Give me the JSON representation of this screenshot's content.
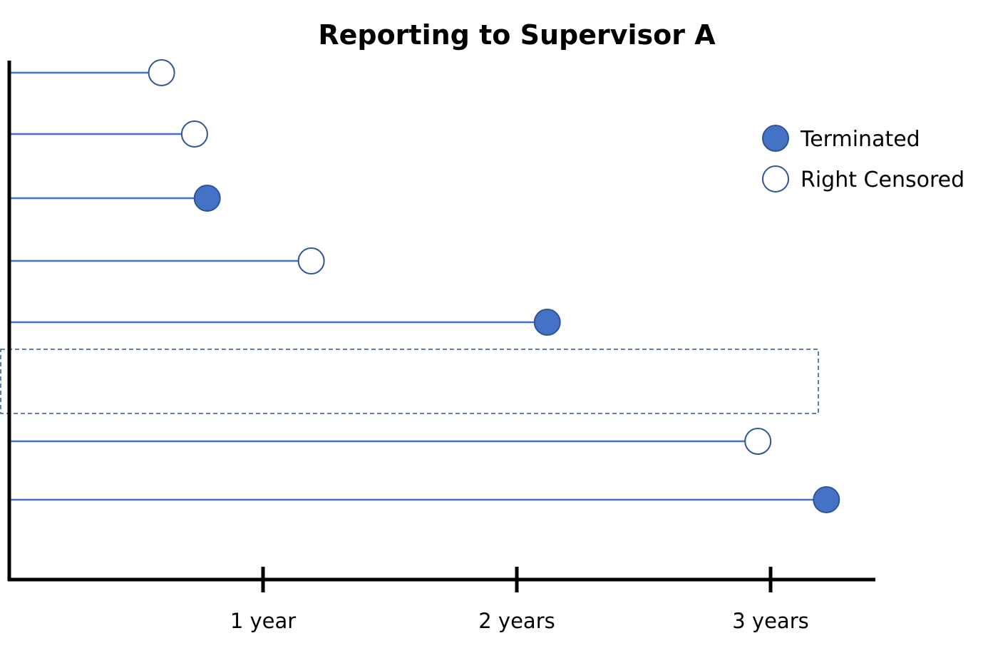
{
  "chart_data": {
    "type": "scatter",
    "title": "Reporting to Supervisor A",
    "xlabel": "",
    "ylabel": "",
    "x_unit": "years",
    "xlim": [
      0,
      3.5
    ],
    "x_ticks": [
      {
        "value": 1,
        "label": "1 year"
      },
      {
        "value": 2,
        "label": "2 years"
      },
      {
        "value": 3,
        "label": "3 years"
      }
    ],
    "grid": false,
    "legend_position": "top-right",
    "series": [
      {
        "name": "Terminated",
        "marker": "filled-circle",
        "color": "#4472c4"
      },
      {
        "name": "Right Censored",
        "marker": "open-circle",
        "color": "#2f5597"
      }
    ],
    "subjects": [
      {
        "duration": 0.6,
        "status": "Right Censored"
      },
      {
        "duration": 0.73,
        "status": "Right Censored"
      },
      {
        "duration": 0.78,
        "status": "Terminated"
      },
      {
        "duration": 1.19,
        "status": "Right Censored"
      },
      {
        "duration": 2.12,
        "status": "Terminated"
      },
      {
        "duration": null,
        "status": null,
        "highlighted": true,
        "note": "dashed box – no line shown"
      },
      {
        "duration": 2.95,
        "status": "Right Censored"
      },
      {
        "duration": 3.22,
        "status": "Terminated"
      }
    ],
    "colors": {
      "line": "#4472c4",
      "terminated_fill": "#4472c4",
      "censored_fill": "#ffffff",
      "marker_stroke": "#2f5597",
      "highlight_box": "#2f5597",
      "axis": "#000000"
    }
  }
}
